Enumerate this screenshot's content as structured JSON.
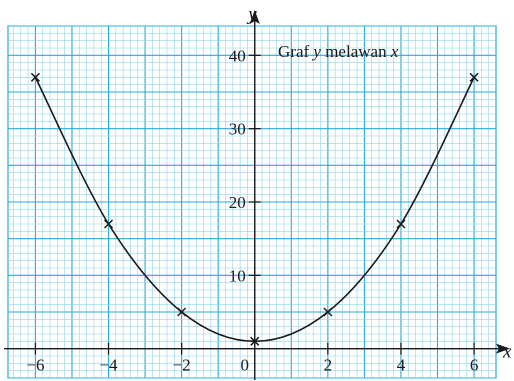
{
  "chart_data": {
    "type": "line",
    "title": "Graf y melawan x",
    "xlabel": "x",
    "ylabel": "y",
    "xlim": [
      -6.75,
      6.6
    ],
    "ylim": [
      -4,
      44
    ],
    "x_ticks": [
      -6,
      -4,
      -2,
      0,
      2,
      4,
      6
    ],
    "x_tick_labels": [
      "−6",
      "−4",
      "−2",
      "0",
      "2",
      "4",
      "6"
    ],
    "y_ticks": [
      10,
      20,
      30,
      40
    ],
    "y_tick_labels": [
      "10",
      "20",
      "30",
      "40"
    ],
    "grid": true,
    "series": [
      {
        "x": [
          -6,
          -4,
          -2,
          0,
          2,
          4,
          6
        ],
        "y": [
          37,
          17,
          5,
          1,
          5,
          17,
          37
        ],
        "marker": "x",
        "smooth_curve": true
      }
    ],
    "colors": {
      "grid_minor": "#8fd3ea",
      "grid_major": "#29a9dc",
      "curve": "#1a1a1a",
      "axis": "#1a1a1a"
    }
  }
}
